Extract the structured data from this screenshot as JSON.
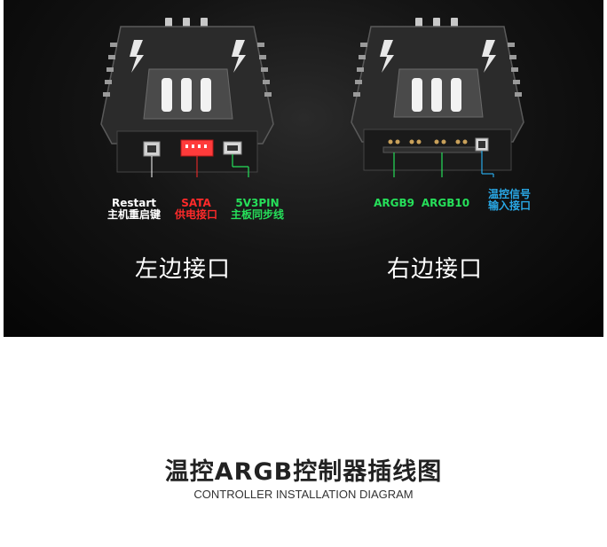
{
  "left_device": {
    "side_title": "左边接口",
    "ports": [
      {
        "line1": "Restart",
        "line2": "主机重启键",
        "color": "#ffffff"
      },
      {
        "line1": "SATA",
        "line2": "供电接口",
        "color": "#ff2a2a"
      },
      {
        "line1": "5V3PIN",
        "line2": "主板同步线",
        "color": "#26e05a"
      }
    ]
  },
  "right_device": {
    "side_title": "右边接口",
    "ports": [
      {
        "line1": "ARGB9",
        "color": "#26e05a"
      },
      {
        "line1": "ARGB10",
        "color": "#26e05a"
      },
      {
        "line1": "温控信号",
        "line2": "输入接口",
        "color": "#29a8e6"
      }
    ]
  },
  "title": "温控ARGB控制器插线图",
  "subtitle": "CONTROLLER INSTALLATION DIAGRAM"
}
